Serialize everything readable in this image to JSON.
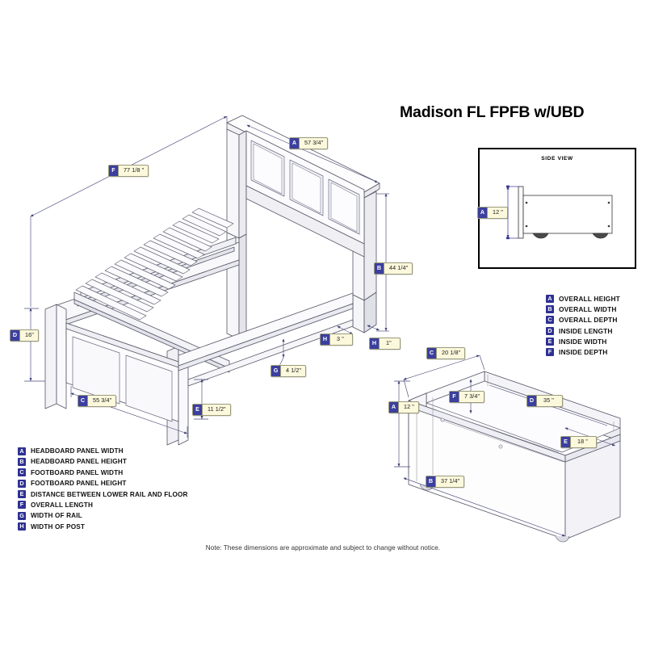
{
  "title": "Madison FL FPFB w/UBD",
  "footer_note": "Note:  These dimensions are approximate and subject to change without notice.",
  "side_view": {
    "title": "SIDE VIEW",
    "callout": {
      "letter": "A",
      "value": "12 \""
    }
  },
  "bed_callouts": [
    {
      "letter": "F",
      "value": "77 1/8 \""
    },
    {
      "letter": "A",
      "value": "57 3/4\""
    },
    {
      "letter": "B",
      "value": "44 1/4\""
    },
    {
      "letter": "D",
      "value": "16\""
    },
    {
      "letter": "H",
      "value": "3 \""
    },
    {
      "letter": "H",
      "value": "1\""
    },
    {
      "letter": "G",
      "value": "4 1/2\""
    },
    {
      "letter": "C",
      "value": "55 3/4\""
    },
    {
      "letter": "E",
      "value": "11 1/2\""
    }
  ],
  "drawer_callouts": [
    {
      "letter": "C",
      "value": "20 1/8\""
    },
    {
      "letter": "A",
      "value": "12 \""
    },
    {
      "letter": "F",
      "value": "7 3/4\""
    },
    {
      "letter": "D",
      "value": "35 \""
    },
    {
      "letter": "E",
      "value": "18 \""
    },
    {
      "letter": "B",
      "value": "37 1/4\""
    }
  ],
  "legend_bed": {
    "items": [
      {
        "letter": "A",
        "label": "HEADBOARD PANEL WIDTH"
      },
      {
        "letter": "B",
        "label": "HEADBOARD PANEL HEIGHT"
      },
      {
        "letter": "C",
        "label": "FOOTBOARD PANEL WIDTH"
      },
      {
        "letter": "D",
        "label": "FOOTBOARD PANEL HEIGHT"
      },
      {
        "letter": "E",
        "label": "DISTANCE BETWEEN LOWER RAIL AND FLOOR"
      },
      {
        "letter": "F",
        "label": "OVERALL LENGTH"
      },
      {
        "letter": "G",
        "label": "WIDTH OF RAIL"
      },
      {
        "letter": "H",
        "label": "WIDTH OF POST"
      }
    ]
  },
  "legend_drawer": {
    "items": [
      {
        "letter": "A",
        "label": "OVERALL HEIGHT"
      },
      {
        "letter": "B",
        "label": "OVERALL WIDTH"
      },
      {
        "letter": "C",
        "label": "OVERALL DEPTH"
      },
      {
        "letter": "D",
        "label": "INSIDE LENGTH"
      },
      {
        "letter": "E",
        "label": "INSIDE WIDTH"
      },
      {
        "letter": "F",
        "label": "INSIDE DEPTH"
      }
    ]
  },
  "colors": {
    "badge": "#2e3192",
    "tag_bg": "#fbf8dc",
    "line": "#5a5a7a",
    "outline": "#555566"
  }
}
